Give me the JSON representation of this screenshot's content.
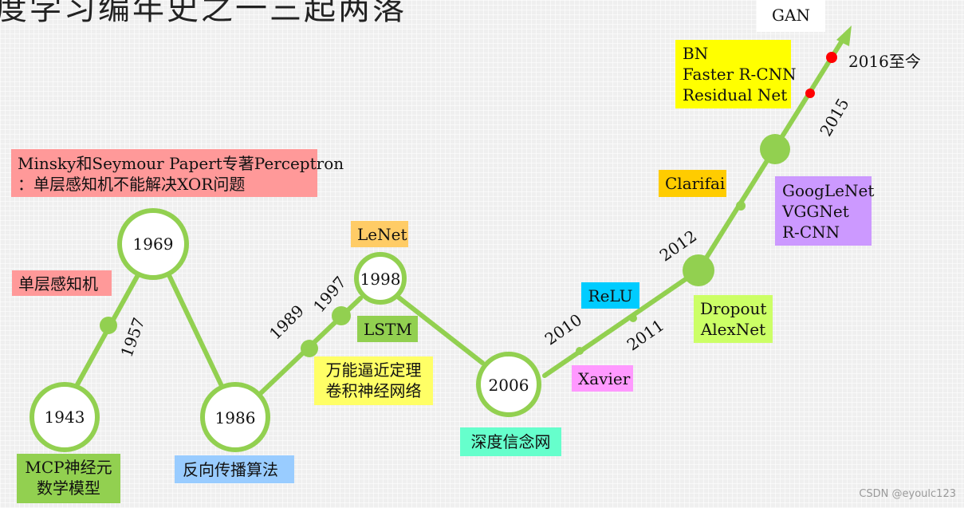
{
  "title": "度学习编年史之一三起两落",
  "colors": {
    "line": "#92d050",
    "red_dot": "#ff0000",
    "pink": "#ff9999",
    "green": "#92d050",
    "blue": "#99ccff",
    "orange": "#ffcc66",
    "yellow": "#ffff66",
    "cyan": "#00ccff",
    "teal": "#66ffcc",
    "magenta": "#ff99ff",
    "lightgreen": "#ccff66",
    "purple": "#cc99ff",
    "white": "#ffffff"
  },
  "nodes": {
    "n1943": "1943",
    "n1969": "1969",
    "n1986": "1986",
    "n1998": "1998",
    "n2006": "2006"
  },
  "years": {
    "y1957": "1957",
    "y1989": "1989",
    "y1997": "1997",
    "y2010": "2010",
    "y2011": "2011",
    "y2012": "2012",
    "y2015": "2015",
    "y2016": "2016至今"
  },
  "boxes": {
    "minsky": [
      "Minsky和Seymour Papert专著Perceptron",
      "：单层感知机不能解决XOR问题"
    ],
    "single_perceptron": "单层感知机",
    "mcp": [
      "MCP神经元",
      "数学模型"
    ],
    "backprop": "反向传播算法",
    "lenet": "LeNet",
    "lstm": "LSTM",
    "approx": [
      "万能逼近定理",
      "卷积神经网络"
    ],
    "dbn": "深度信念网",
    "relu": "ReLU",
    "xavier": "Xavier",
    "dropout": [
      "Dropout",
      "AlexNet"
    ],
    "clarifai": "Clarifai",
    "googlenet": [
      "GoogLeNet",
      "VGGNet",
      "R-CNN"
    ],
    "bn": [
      "BN",
      "Faster R-CNN",
      "Residual Net"
    ],
    "gan": "GAN"
  },
  "watermark": "CSDN @eyoulc123"
}
